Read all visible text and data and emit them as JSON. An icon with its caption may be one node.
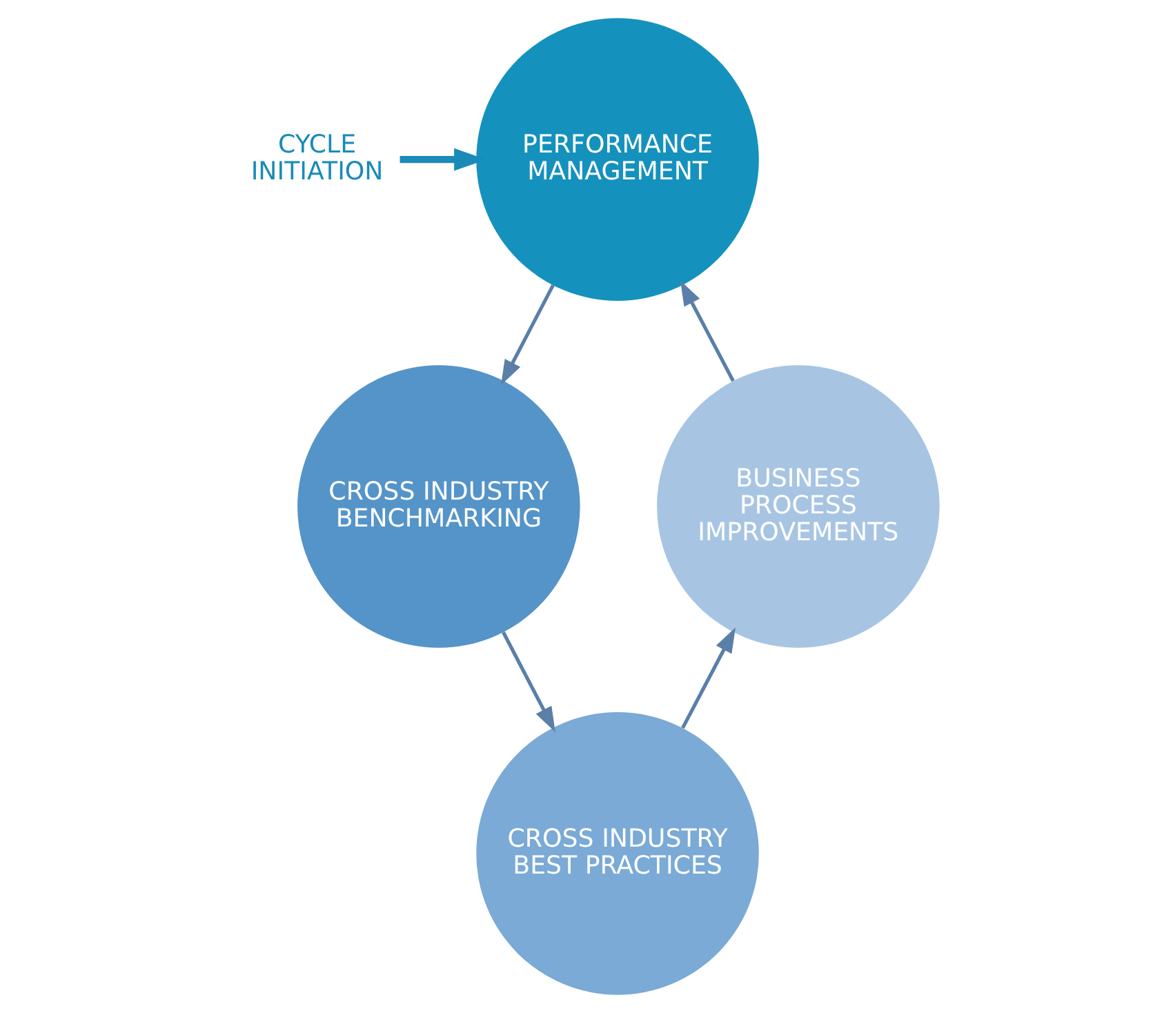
{
  "diagram": {
    "nodes": [
      {
        "text": [
          "CYCLE INITIATION"
        ]
      },
      {
        "text": [
          "PERFORMANCE MANAGEMENT"
        ]
      },
      {
        "text": [
          "CROSS INDUSTRY BENCHMARKING"
        ]
      },
      {
        "text": [
          "CROSS INDUSTRY BEST PRACTICES"
        ]
      },
      {
        "text": [
          "BUSINESS PROCESS IMPROVEMENTS"
        ]
      }
    ],
    "edges": [
      {
        "from": 0,
        "to": 1,
        "arrow": "to",
        "style": "thick",
        "color": "#1a8bb9"
      },
      {
        "from": 1,
        "to": 2,
        "arrow": "to"
      },
      {
        "from": 2,
        "to": 3,
        "arrow": "to"
      },
      {
        "from": 3,
        "to": 4,
        "arrow": "to"
      },
      {
        "from": 4,
        "to": 1,
        "arrow": "to"
      }
    ]
  }
}
